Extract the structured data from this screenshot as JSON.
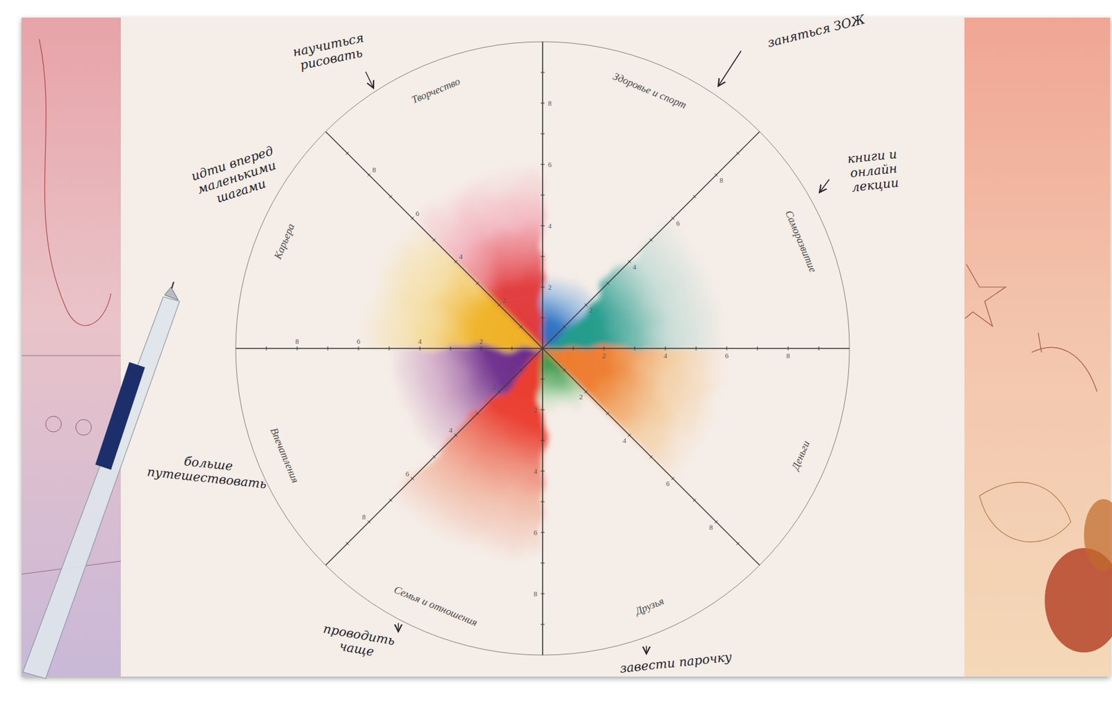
{
  "diagram": {
    "labels": [
      "Творчество",
      "Здоровье и спорт",
      "Саморазвитие",
      "Деньги",
      "Друзья",
      "Семья и отношения",
      "Впечатления",
      "Карьера",
      "научиться рисовать",
      "заняться ЗОЖ",
      "книги и онлайн лекции",
      "идти вперед маленькими шагами",
      "больше путешествовать",
      "проводить чаще",
      "завести парочку",
      "2",
      "4",
      "6",
      "8",
      "2",
      "4",
      "6",
      "8",
      "2",
      "4",
      "6",
      "8",
      "2",
      "4",
      "6",
      "8",
      "2",
      "4",
      "6",
      "8",
      "2",
      "4",
      "6",
      "8",
      "2",
      "4",
      "6",
      "8",
      "2",
      "4",
      "6",
      "8"
    ]
  }
}
